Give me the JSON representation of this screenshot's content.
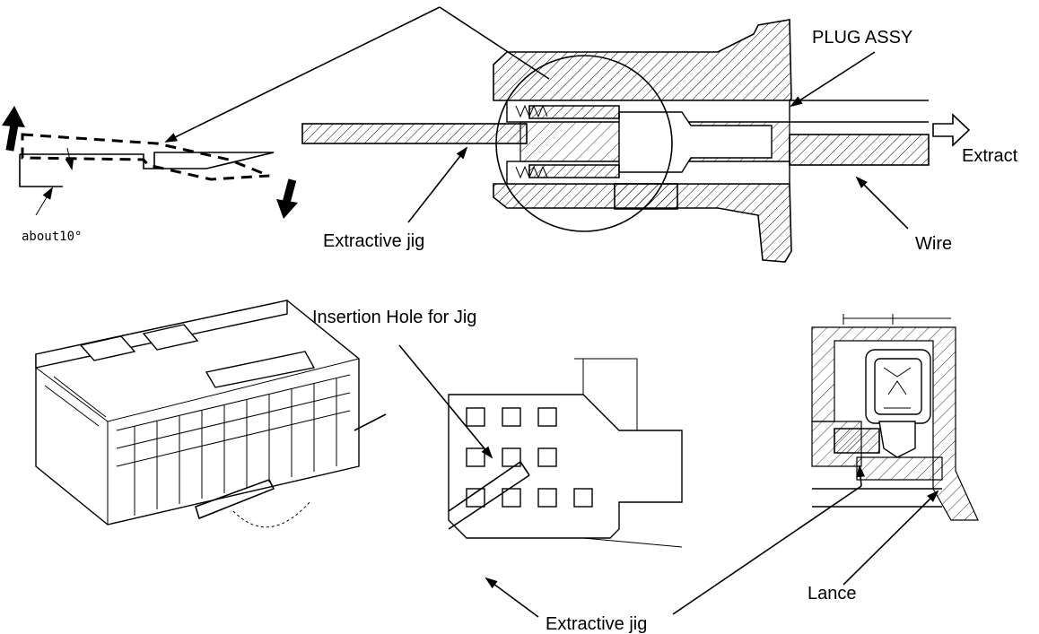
{
  "labels": {
    "plug_assy": "PLUG ASSY",
    "extract": "Extract",
    "wire": "Wire",
    "extractive_jig_top": "Extractive jig",
    "about_angle": "about10°",
    "insertion_hole": "Insertion Hole for Jig",
    "extractive_jig_bottom": "Extractive jig",
    "lance": "Lance"
  }
}
